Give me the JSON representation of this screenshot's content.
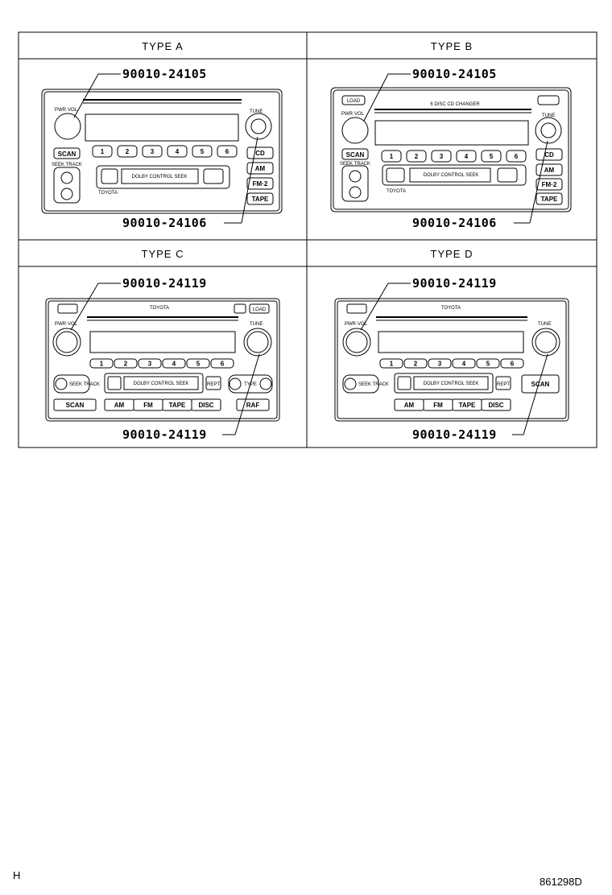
{
  "panels": [
    {
      "header": "TYPE A",
      "part_top": "90010-24105",
      "part_bottom": "90010-24106",
      "buttons": {
        "pwr": "PWR·VOL",
        "scan": "SCAN",
        "seek": "SEEK TRACK",
        "tune": "TUNE",
        "cd": "CD",
        "am": "AM",
        "fm": "FM·2",
        "tape": "TAPE",
        "brand": "TOYOTA",
        "dolby": "DOLBY CONTROL SEEK",
        "presets": [
          "1",
          "2",
          "3",
          "4",
          "5",
          "6"
        ]
      }
    },
    {
      "header": "TYPE B",
      "part_top": "90010-24105",
      "part_bottom": "90010-24106",
      "buttons": {
        "load": "LOAD",
        "changer": "6 DISC CD CHANGER",
        "pwr": "PWR·VOL",
        "scan": "SCAN",
        "seek": "SEEK TRACK",
        "tune": "TUNE",
        "cd": "CD",
        "am": "AM",
        "fm": "FM·2",
        "tape": "TAPE",
        "brand": "TOYOTA",
        "dolby": "DOLBY CONTROL SEEK",
        "presets": [
          "1",
          "2",
          "3",
          "4",
          "5",
          "6"
        ]
      }
    },
    {
      "header": "TYPE C",
      "part_top": "90010-24119",
      "part_bottom": "90010-24119",
      "buttons": {
        "brand": "TOYOTA",
        "load": "LOAD",
        "pwr": "PWR·VOL",
        "tune": "TUNE",
        "seek": "SEEK TRACK",
        "type": "TYPE",
        "scan": "SCAN",
        "am": "AM",
        "fm": "FM",
        "tape": "TAPE",
        "disc": "DISC",
        "raf": "RAF",
        "rpt": "REPT",
        "dolby": "DOLBY CONTROL SEEK",
        "presets": [
          "1",
          "2",
          "3",
          "4",
          "5",
          "6"
        ]
      }
    },
    {
      "header": "TYPE D",
      "part_top": "90010-24119",
      "part_bottom": "90010-24119",
      "buttons": {
        "brand": "TOYOTA",
        "pwr": "PWR·VOL",
        "tune": "TUNE",
        "seek": "SEEK TRACK",
        "scan": "SCAN",
        "am": "AM",
        "fm": "FM",
        "tape": "TAPE",
        "disc": "DISC",
        "rpt": "REPT",
        "dolby": "DOLBY CONTROL SEEK",
        "presets": [
          "1",
          "2",
          "3",
          "4",
          "5",
          "6"
        ]
      }
    }
  ],
  "footer": {
    "left": "H",
    "right": "861298D"
  }
}
